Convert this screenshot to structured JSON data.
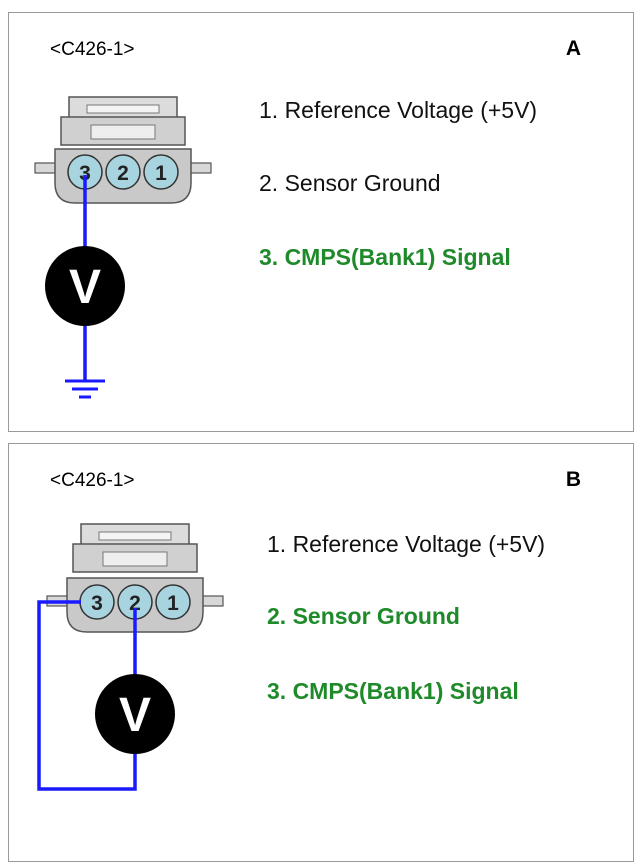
{
  "panels": [
    {
      "connector": "<C426-1>",
      "letter": "A",
      "pins": [
        {
          "text": "1. Reference Voltage (+5V)",
          "highlight": false
        },
        {
          "text": "2. Sensor Ground",
          "highlight": false
        },
        {
          "text": "3. CMPS(Bank1) Signal",
          "highlight": true
        }
      ],
      "pin_numbers": [
        "3",
        "2",
        "1"
      ],
      "meter_symbol": "V"
    },
    {
      "connector": "<C426-1>",
      "letter": "B",
      "pins": [
        {
          "text": "1. Reference Voltage (+5V)",
          "highlight": false
        },
        {
          "text": "2. Sensor Ground",
          "highlight": true
        },
        {
          "text": "3. CMPS(Bank1) Signal",
          "highlight": true
        }
      ],
      "pin_numbers": [
        "3",
        "2",
        "1"
      ],
      "meter_symbol": "V"
    }
  ],
  "colors": {
    "wire": "#1a1aff",
    "pin_fill": "#a8d4e0",
    "highlight_text": "#1f8a2a",
    "meter": "#000000"
  }
}
